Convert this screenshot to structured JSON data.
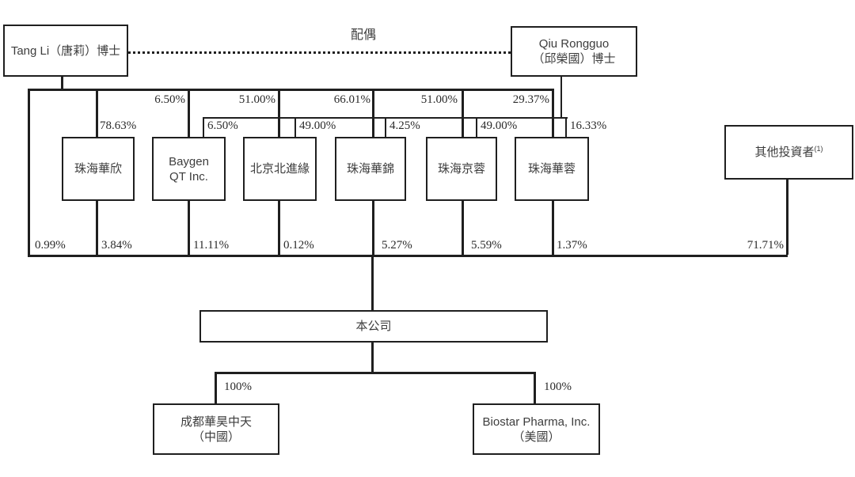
{
  "diagram_title": "shareholding-structure",
  "relations": {
    "spouse": "配偶"
  },
  "shareholders": {
    "tang_li": "Tang Li（唐莉）博士",
    "qiu_rongguo_line1": "Qiu Rongguo",
    "qiu_rongguo_line2": "（邱榮國）博士"
  },
  "entities": {
    "zhuhai_huaxin": "珠海華欣",
    "baygen_line1": "Baygen",
    "baygen_line2": "QT Inc.",
    "beijing_beijinyuan": "北京北進緣",
    "zhuhai_huajin": "珠海華錦",
    "zhuhai_jingrong": "珠海京蓉",
    "zhuhai_huarong": "珠海華蓉",
    "other_investors": "其他投資者",
    "other_investors_note": "(1)",
    "company": "本公司",
    "chengdu_line1": "成都華昊中天",
    "chengdu_line2": "（中國）",
    "biostar_line1": "Biostar Pharma, Inc.",
    "biostar_line2": "（美國）"
  },
  "ownership": {
    "tang_li_row": [
      "78.63%",
      "6.50%",
      "51.00%",
      "66.01%",
      "51.00%",
      "29.37%"
    ],
    "qiu_row": [
      "6.50%",
      "49.00%",
      "4.25%",
      "49.00%",
      "16.33%"
    ],
    "company_row": [
      "0.99%",
      "3.84%",
      "11.11%",
      "0.12%",
      "5.27%",
      "5.59%",
      "1.37%",
      "71.71%"
    ],
    "subsidiary_row": [
      "100%",
      "100%"
    ]
  },
  "colors": {
    "line": "#1f1f1f",
    "background": "#ffffff"
  }
}
